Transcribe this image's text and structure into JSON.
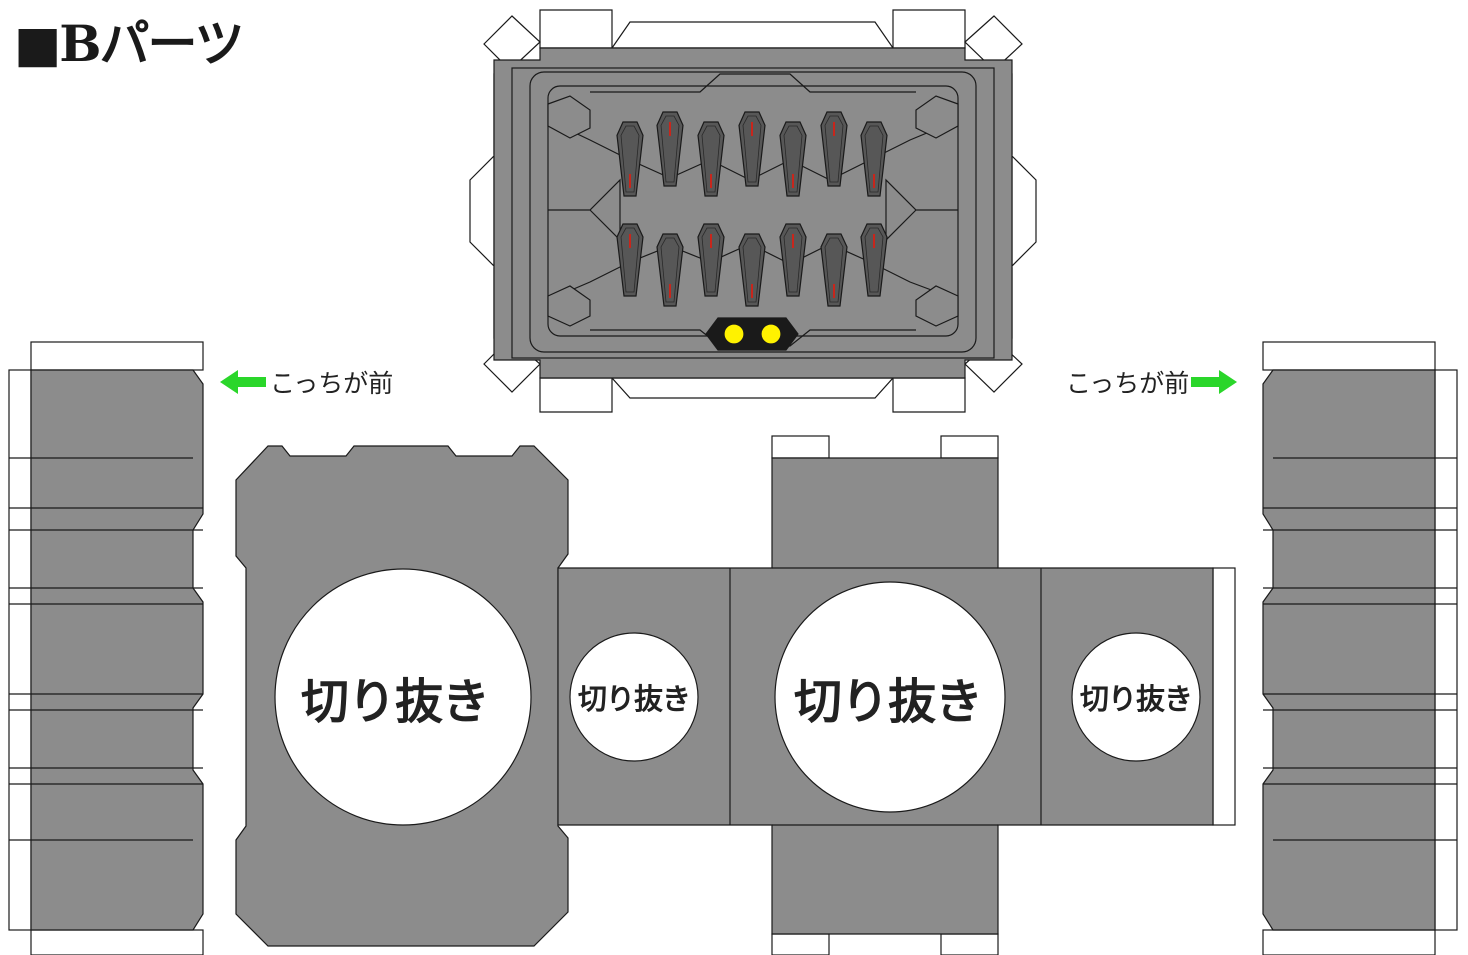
{
  "title": "■Bパーツ",
  "front_labels": {
    "left": "こっちが前",
    "right": "こっちが前"
  },
  "cutouts": {
    "large_left": "切り抜き",
    "small_left": "切り抜き",
    "large_right": "切り抜き",
    "small_right": "切り抜き"
  },
  "colors": {
    "panel_fill": "#8c8c8c",
    "outline": "#1a1a1a",
    "flap_fill": "#ffffff",
    "coffin_fill": "#575757",
    "coffin_stripe": "#c8261c",
    "light_yellow": "#fff200",
    "arrow_green": "#2ad62a"
  },
  "icons": {
    "front_arrow_left": "green-arrow-left-icon",
    "front_arrow_right": "green-arrow-right-icon"
  }
}
